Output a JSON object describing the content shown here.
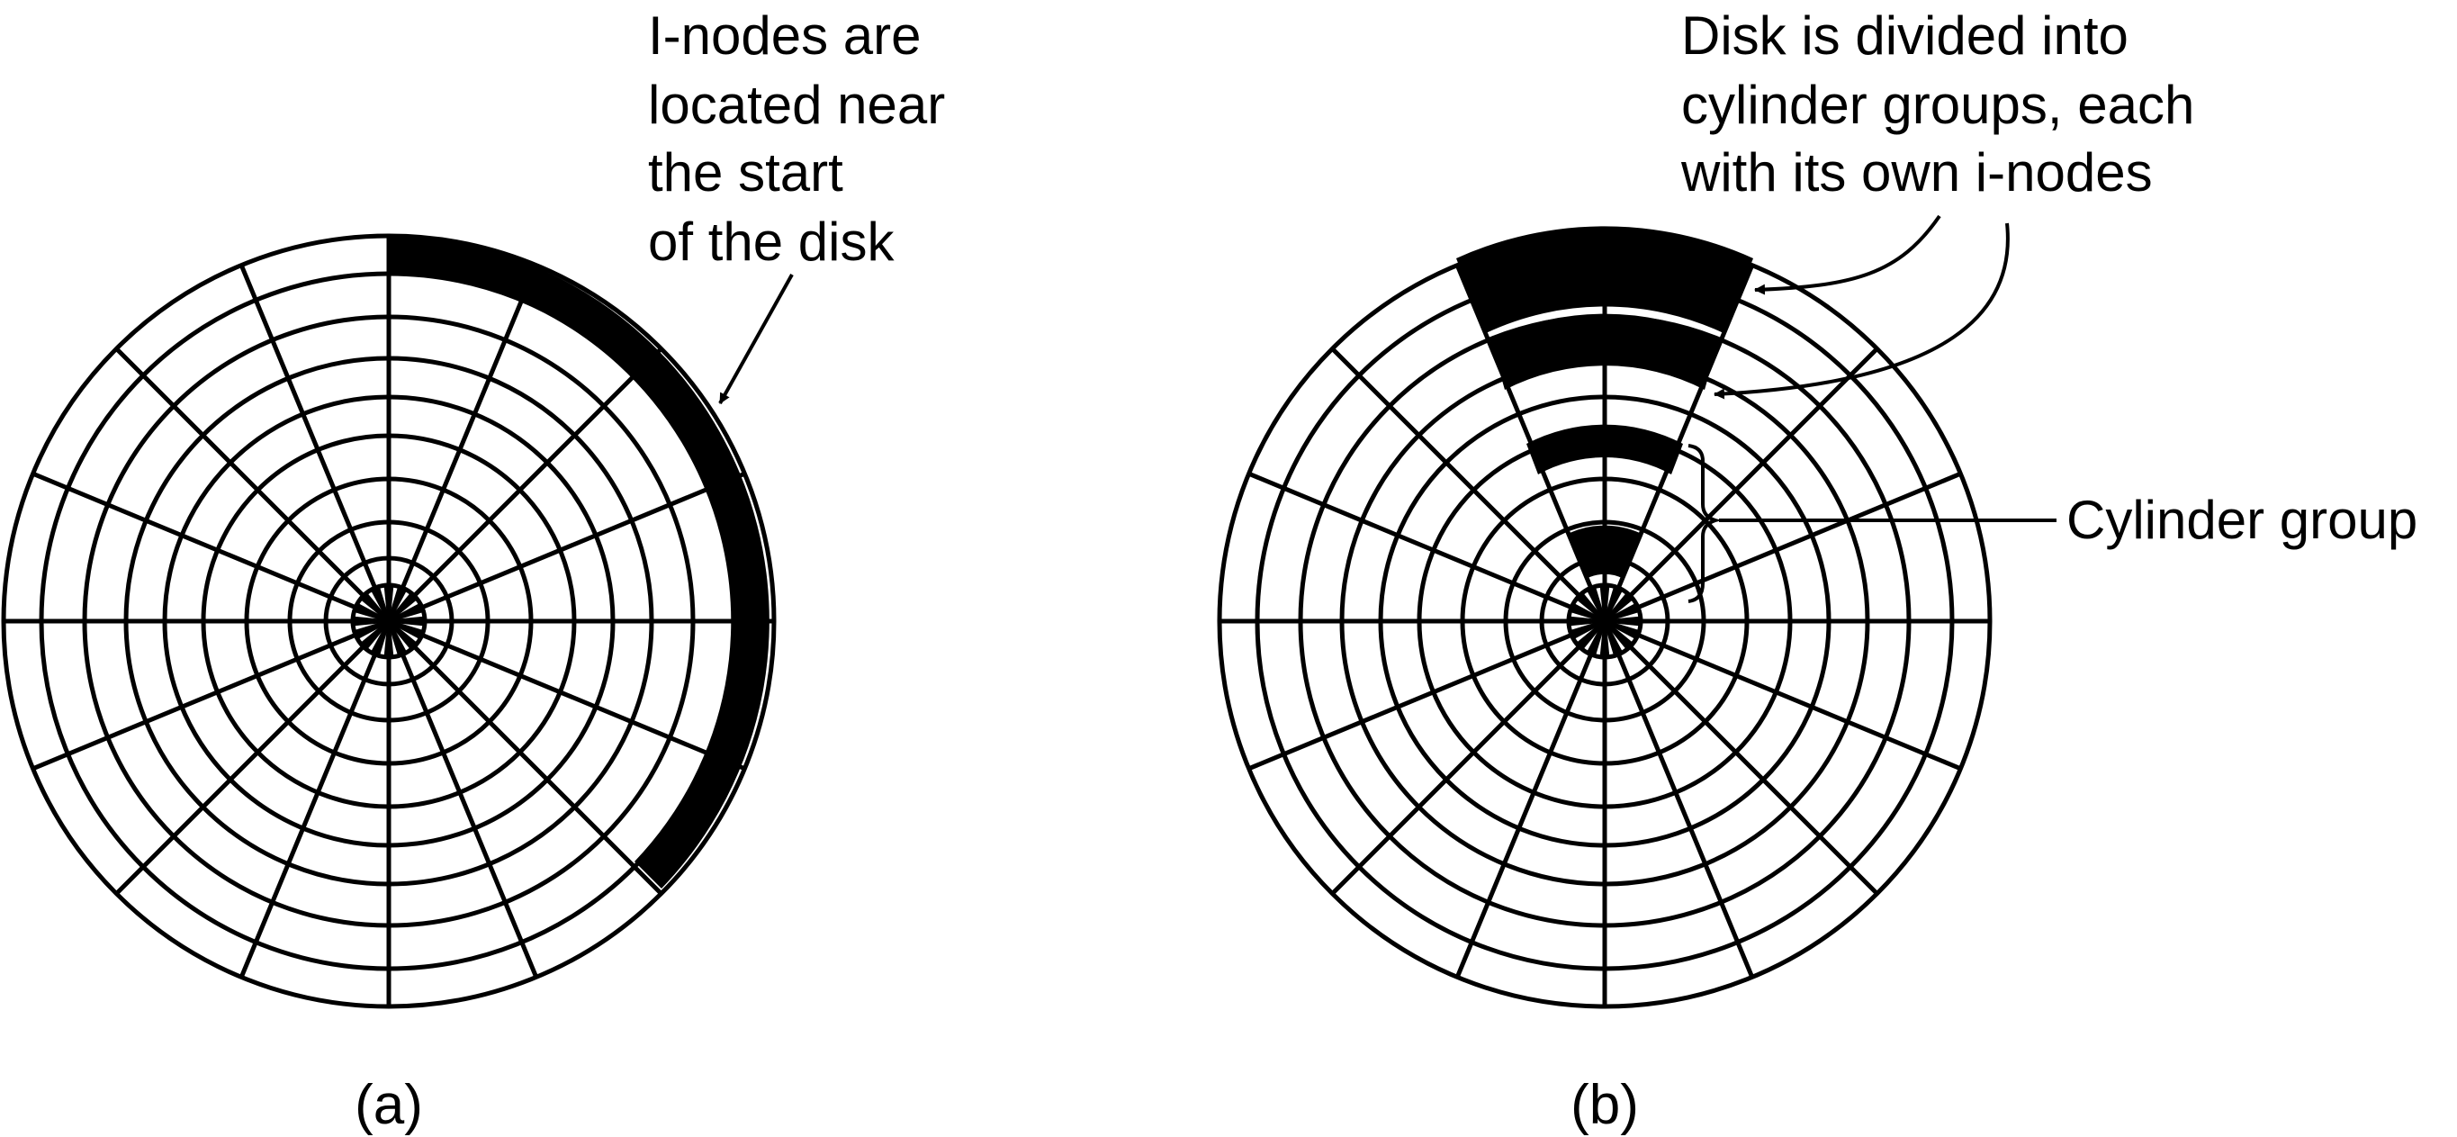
{
  "colors": {
    "ink": "#000000",
    "paper": "#ffffff"
  },
  "panels": [
    {
      "id": "a",
      "label": "(a)",
      "annotation_lines": [
        "I-nodes are",
        "located near",
        "the start",
        "of the disk"
      ]
    },
    {
      "id": "b",
      "label": "(b)",
      "annotation_lines": [
        "Disk is divided into",
        "cylinder groups, each",
        "with its own i-nodes"
      ],
      "cylinder_group_label": "Cylinder group"
    }
  ]
}
